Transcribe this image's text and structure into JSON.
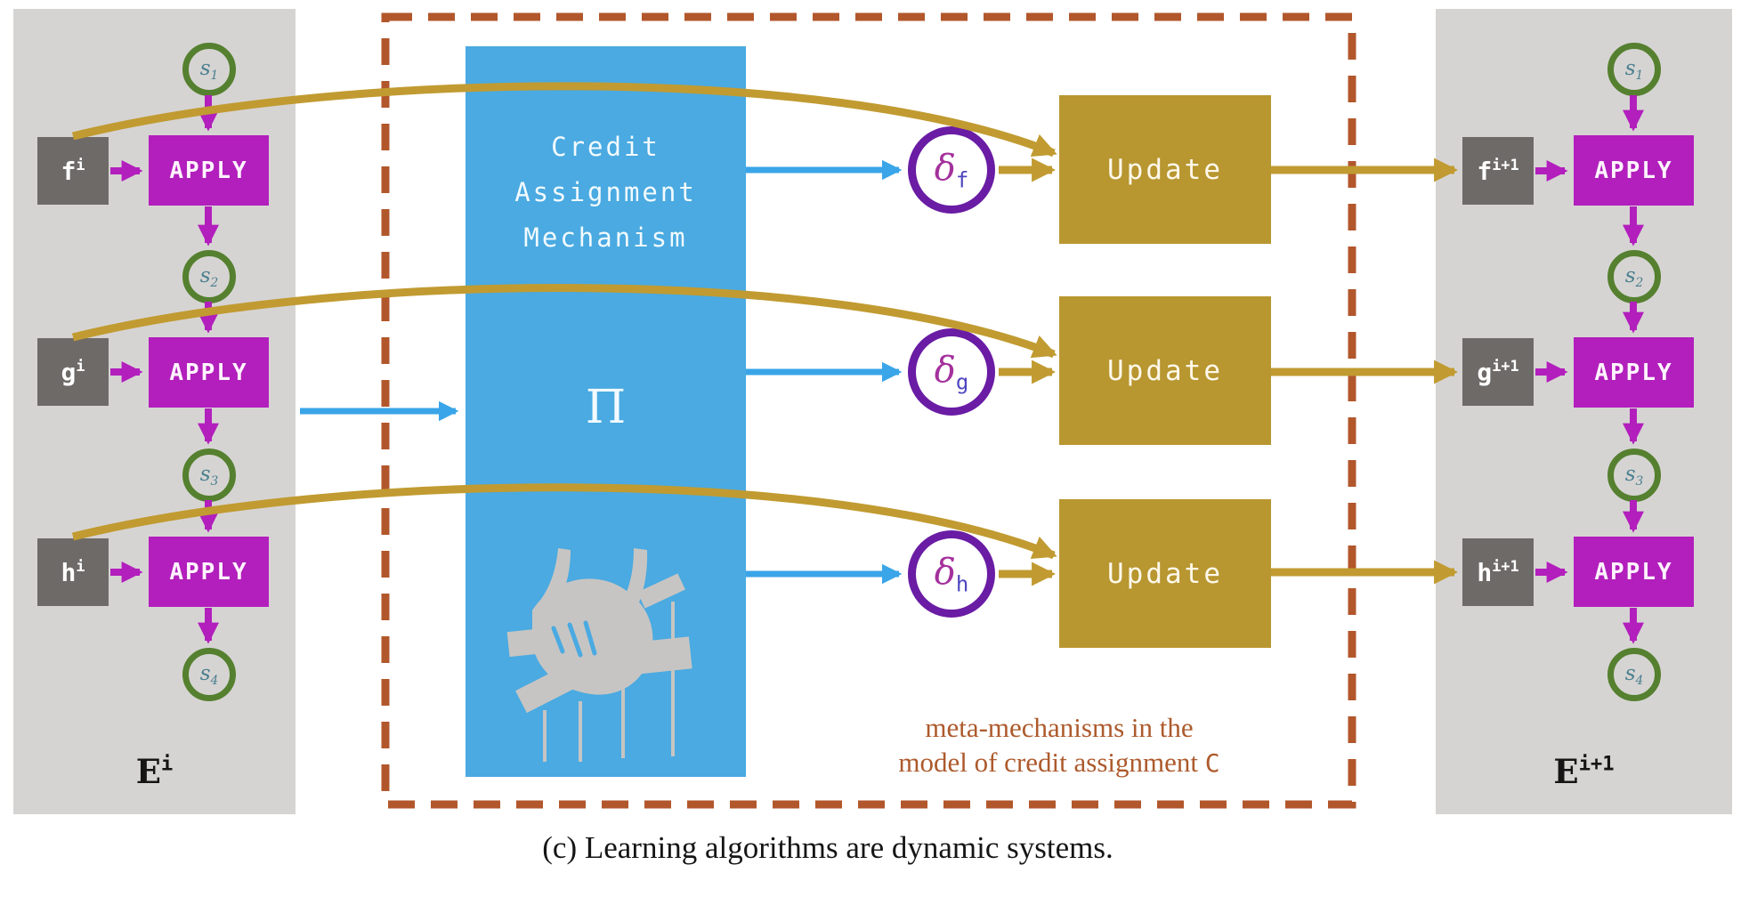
{
  "figure": {
    "caption": "(c) Learning algorithms are dynamic systems."
  },
  "left_panel": {
    "label_base": "E",
    "label_sup": "i",
    "apply_label": "APPLY",
    "states": [
      {
        "base": "s",
        "sub": "1"
      },
      {
        "base": "s",
        "sub": "2"
      },
      {
        "base": "s",
        "sub": "3"
      },
      {
        "base": "s",
        "sub": "4"
      }
    ],
    "functions": [
      {
        "base": "f",
        "sup": "i"
      },
      {
        "base": "g",
        "sup": "i"
      },
      {
        "base": "h",
        "sup": "i"
      }
    ]
  },
  "right_panel": {
    "label_base": "E",
    "label_sup": "i+1",
    "apply_label": "APPLY",
    "states": [
      {
        "base": "s",
        "sub": "1"
      },
      {
        "base": "s",
        "sub": "2"
      },
      {
        "base": "s",
        "sub": "3"
      },
      {
        "base": "s",
        "sub": "4"
      }
    ],
    "functions": [
      {
        "base": "f",
        "sup": "i+1"
      },
      {
        "base": "g",
        "sup": "i+1"
      },
      {
        "base": "h",
        "sup": "i+1"
      }
    ]
  },
  "mechanism": {
    "box_lines": [
      "Credit",
      "Assignment",
      "Mechanism"
    ],
    "symbol": "Π",
    "update_label": "Update",
    "deltas": [
      {
        "base": "δ",
        "sub": "f"
      },
      {
        "base": "δ",
        "sub": "g"
      },
      {
        "base": "δ",
        "sub": "h"
      }
    ],
    "annotation_line1": "meta-mechanisms in the",
    "annotation_line2_prefix": "model of credit assignment ",
    "annotation_line2_c": "C"
  },
  "colors": {
    "panel_gray": "#d6d4d3",
    "function_box_gray": "#6e6a68",
    "magenta": "#b21fbc",
    "state_green": "#55802f",
    "state_text": "#4a7f8e",
    "gold": "#c19b31",
    "update_gold": "#b89630",
    "mechanism_blue": "#4aaae1",
    "arrow_blue": "#3aa5e8",
    "delta_purple": "#6a1ca4",
    "dashed_border": "#b2572c",
    "hands_gray": "#c7c5c3"
  }
}
